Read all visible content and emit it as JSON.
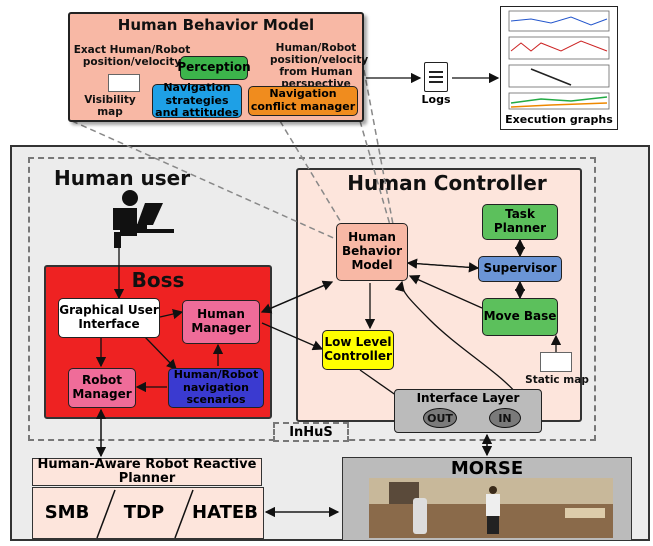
{
  "hbm_panel": {
    "title": "Human Behavior Model",
    "exact_position": "Exact Human/Robot position/velocity",
    "visibility_map": "Visibility map",
    "perception": "Perception",
    "from_human_perspective": "Human/Robot position/velocity from Human perspective",
    "nav_strategies": "Navigation strategies and attitudes",
    "nav_conflict": "Navigation conflict manager"
  },
  "logs": "Logs",
  "execution_graphs": "Execution graphs",
  "human_user": "Human user",
  "human_controller": {
    "title": "Human Controller",
    "hbm": "Human Behavior Model",
    "task_planner": "Task Planner",
    "supervisor": "Supervisor",
    "move_base": "Move Base",
    "low_level": "Low Level Controller",
    "static_map": "Static map"
  },
  "boss": {
    "title": "Boss",
    "gui": "Graphical User Interface",
    "human_manager": "Human Manager",
    "robot_manager": "Robot Manager",
    "scenarios": "Human/Robot navigation scenarios"
  },
  "interface_layer": {
    "title": "Interface Layer",
    "out": "OUT",
    "in": "IN"
  },
  "inhus": "InHuS",
  "planner": {
    "title": "Human-Aware Robot Reactive Planner",
    "smb": "SMB",
    "tdp": "TDP",
    "hateb": "HATEB"
  },
  "morse": "MORSE",
  "colors": {
    "hbm_panel": "#f8b8a5",
    "perception": "#3cb44b",
    "nav_strategies": "#1ea0e6",
    "nav_conflict": "#f08c1e",
    "boss": "#ee2222",
    "human_manager": "#ef6c99",
    "scenarios": "#3a3ad0",
    "low_level": "#ffff00",
    "supervisor": "#6b95d6",
    "move_base": "#5cc05c"
  }
}
